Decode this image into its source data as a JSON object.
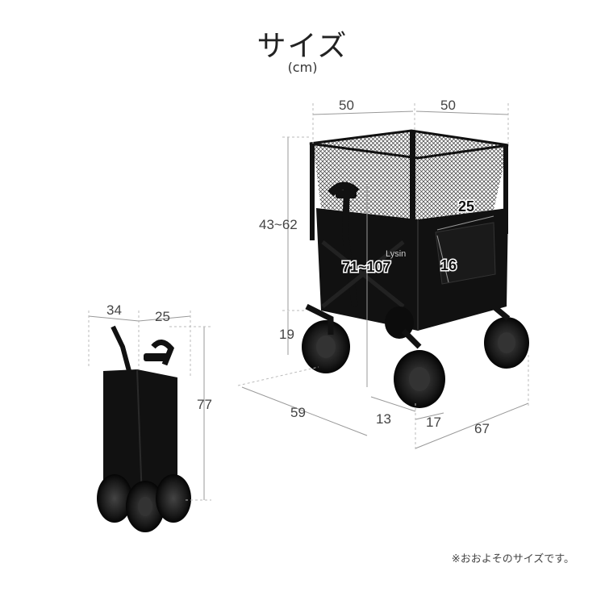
{
  "header": {
    "title": "サイズ",
    "unit": "(cm)"
  },
  "note": "※おおよそのサイズです。",
  "brand_mark": "Lysin",
  "open_cart_dims": {
    "top_left_width": "50",
    "top_right_width": "50",
    "upper_height": "43~62",
    "handle_height": "71~107",
    "pocket_width": "25",
    "pocket_height": "16",
    "clearance_height": "19",
    "length": "59",
    "wheel_offset": "13",
    "wheel_width": "17",
    "width": "67"
  },
  "folded_cart_dims": {
    "depth": "34",
    "width": "25",
    "height": "77"
  },
  "colors": {
    "cart": "#111111",
    "mesh": "#333333",
    "dim_line": "#999999",
    "text": "#444444"
  }
}
